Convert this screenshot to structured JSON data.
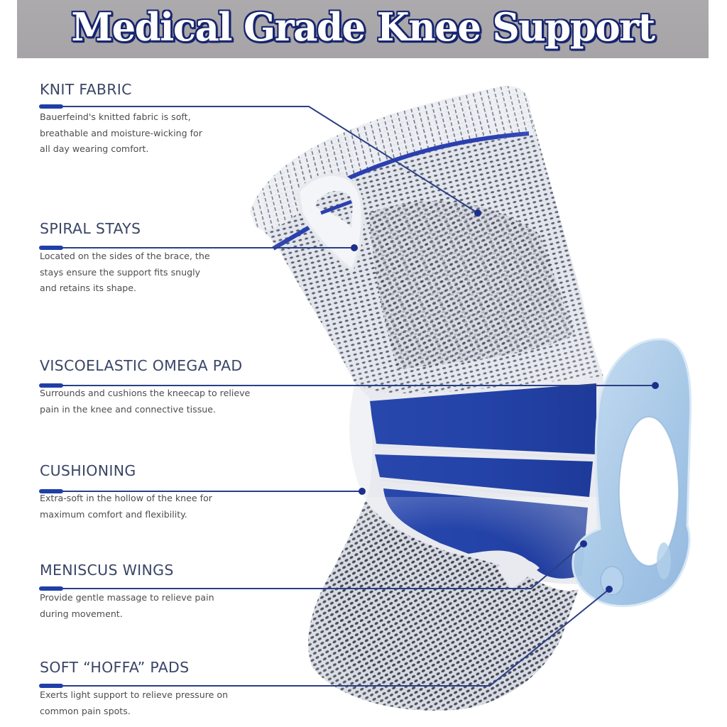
{
  "header": {
    "title": "Medical Grade Knee Support",
    "background_color": "#a9a7aa",
    "title_outline_color": "#16246f"
  },
  "colors": {
    "accent_blue": "#1f3fa8",
    "leader_line": "#2b3f86",
    "heading_text": "#3a4567",
    "body_text": "#4d4d52",
    "omega_pad": "#a9cbe9"
  },
  "features": [
    {
      "title": "KNIT FABRIC",
      "description": "Bauerfeind's knitted fabric is soft,\nbreathable and moisture-wicking for\nall day wearing comfort.",
      "callout_target": "upper knit area"
    },
    {
      "title": "SPIRAL STAYS",
      "description": "Located on the sides of the brace, the\nstays ensure the support fits snugly\nand retains its shape.",
      "callout_target": "side stay"
    },
    {
      "title": "VISCOELASTIC OMEGA PAD",
      "description": "Surrounds and cushions the kneecap to relieve\npain in the knee and connective tissue.",
      "callout_target": "omega pad top"
    },
    {
      "title": "CUSHIONING",
      "description": "Extra-soft in the hollow of the knee for\nmaximum comfort and flexibility.",
      "callout_target": "knee hollow"
    },
    {
      "title": "MENISCUS WINGS",
      "description": "Provide gentle massage to relieve pain\nduring movement.",
      "callout_target": "pad wing"
    },
    {
      "title": "SOFT “HOFFA” PADS",
      "description": "Exerts light support to relieve pressure on\ncommon pain spots.",
      "callout_target": "pad lower nub"
    }
  ]
}
